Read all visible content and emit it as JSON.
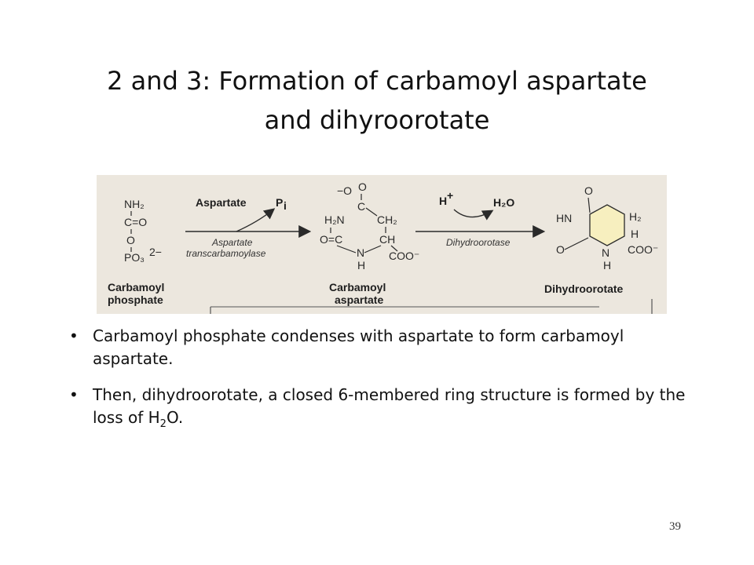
{
  "slide": {
    "title_line1": "2 and 3: Formation of carbamoyl aspartate",
    "title_line2": "and dihyroorotate",
    "page_number": "39"
  },
  "figure": {
    "molecules": [
      {
        "name_line1": "Carbamoyl",
        "name_line2": "phosphate"
      },
      {
        "name_line1": "Carbamoyl",
        "name_line2": "aspartate"
      },
      {
        "name_line1": "Dihydroorotate",
        "name_line2": ""
      }
    ],
    "reaction1": {
      "reactant": "Aspartate",
      "product": "P",
      "product_sub": "i",
      "enzyme_line1": "Aspartate",
      "enzyme_line2": "transcarbamoylase"
    },
    "reaction2": {
      "reactant": "H",
      "reactant_sup": "+",
      "product": "H₂O",
      "enzyme_line1": "Dihydroorotase"
    },
    "atoms": {
      "cp_nh2": "NH₂",
      "cp_co": "C=O",
      "cp_o": "O",
      "cp_po3": "PO₃",
      "cp_charge": "2−",
      "ca_top": "−O",
      "ca_o": "O",
      "ca_c": "C",
      "ca_ch2": "CH₂",
      "ca_h2n": "H₂N",
      "ca_oc": "O=C",
      "ca_ch": "CH",
      "ca_n": "N",
      "ca_coo": "COO⁻",
      "ca_h": "H",
      "dh_o": "O",
      "dh_hn": "HN",
      "dh_h2": "H₂",
      "dh_h": "H",
      "dh_o2": "O",
      "dh_n": "N",
      "dh_coo": "COO⁻",
      "dh_nh": "H"
    }
  },
  "bullets": [
    {
      "text": "Carbamoyl phosphate condenses with aspartate to form carbamoyl aspartate."
    },
    {
      "text_before": "Then, dihydroorotate, a closed 6-membered ring structure is formed by the loss of H",
      "subscript": "2",
      "text_after": "O."
    }
  ],
  "colors": {
    "figure_bg": "#ece7de",
    "ring_fill": "#f7efbf"
  }
}
